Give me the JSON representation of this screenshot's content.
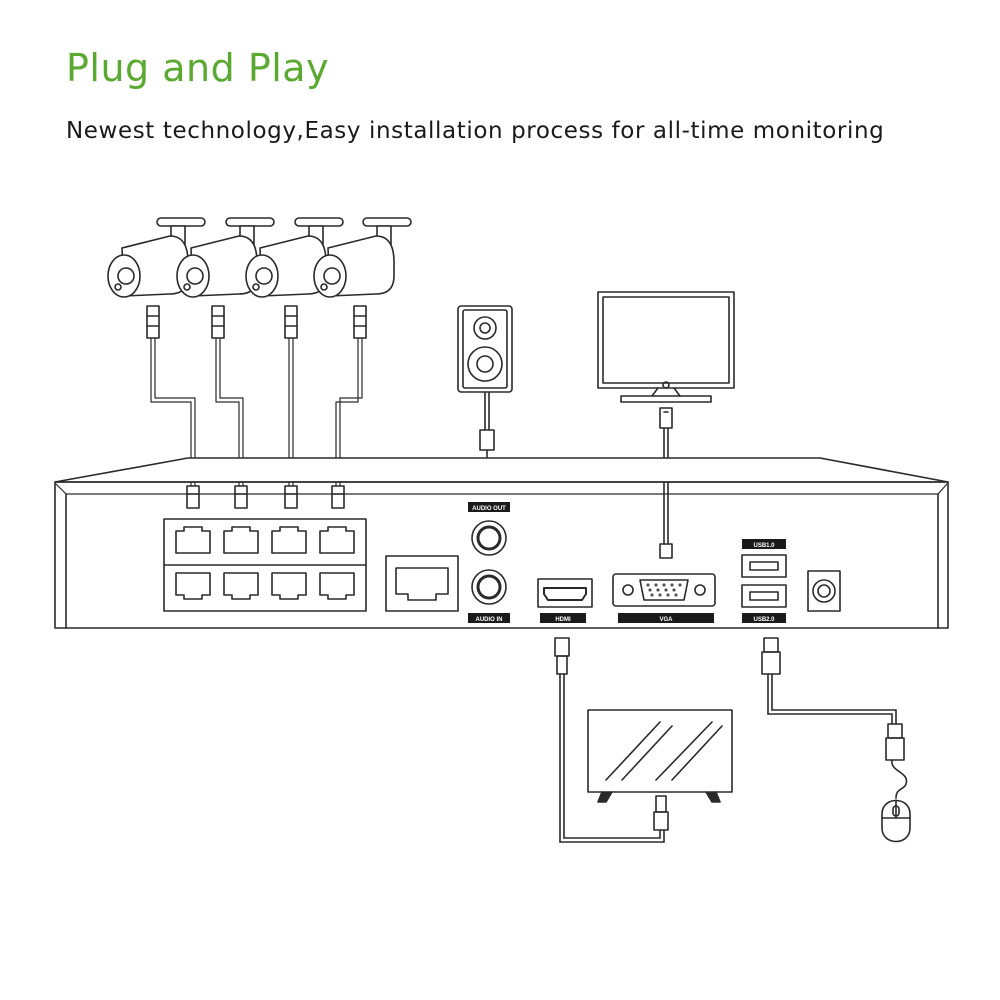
{
  "header": {
    "title": "Plug and Play",
    "subtitle": "Newest technology,Easy installation process for all-time monitoring"
  },
  "port_labels": {
    "audio_out": "AUDIO OUT",
    "audio_in": "AUDIO IN",
    "hdmi": "HDMI",
    "vga": "VGA",
    "usb1": "USB1.0",
    "usb2": "USB2.0"
  },
  "colors": {
    "title": "#5aaa32",
    "line": "#2a2a2a",
    "label_bg": "#1a1a1a"
  },
  "devices": {
    "cameras": [
      "camera-icon",
      "camera-icon",
      "camera-icon",
      "camera-icon"
    ],
    "speaker": "speaker-icon",
    "monitor": "monitor-icon",
    "tv": "tv-icon",
    "mouse": "mouse-icon",
    "recorder": "nvr-icon"
  }
}
